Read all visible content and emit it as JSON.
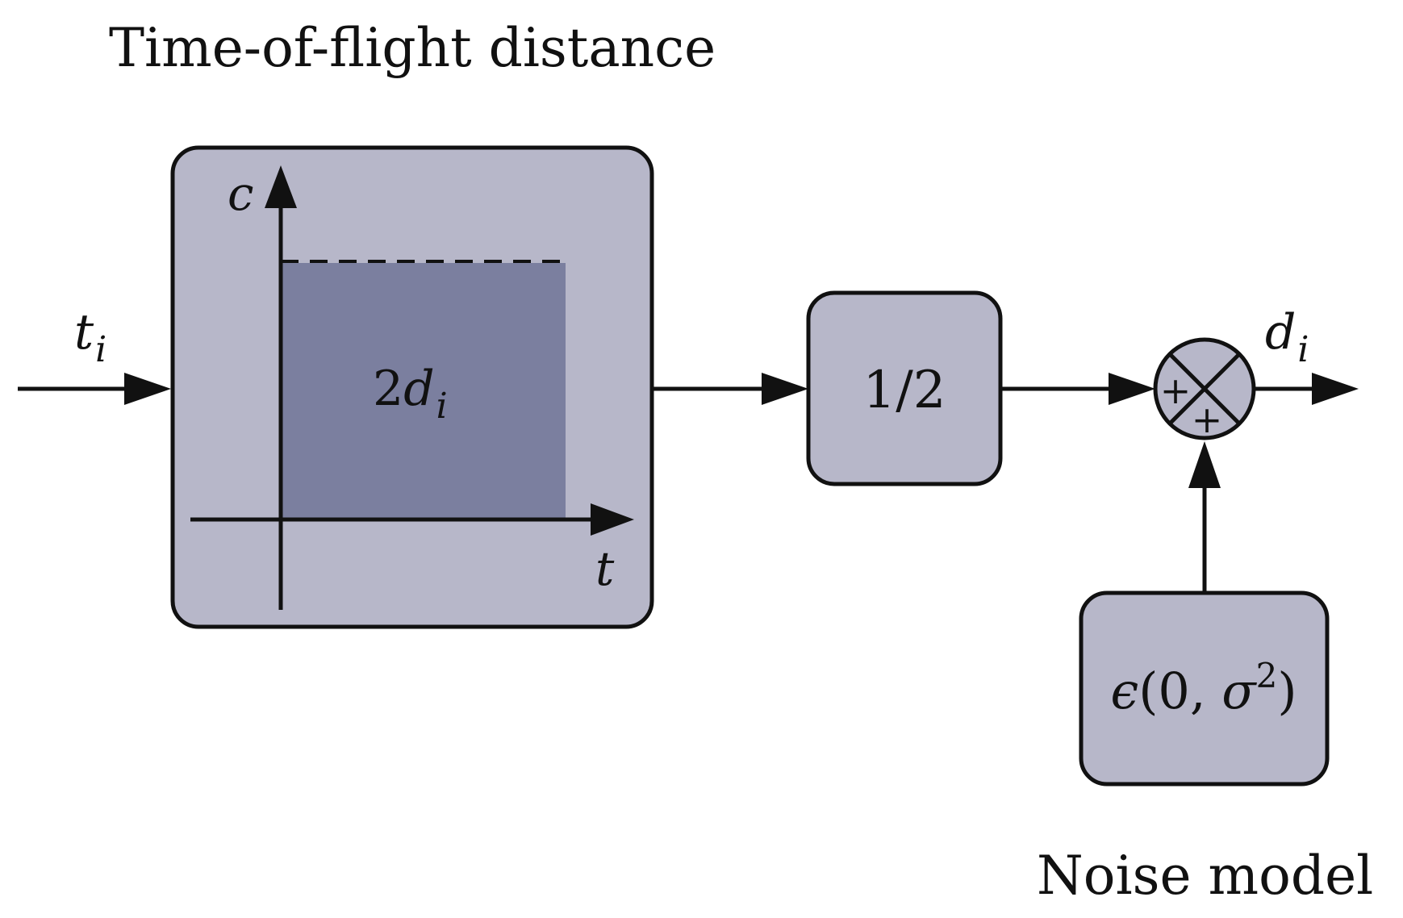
{
  "titles": {
    "top": "Time-of-flight distance",
    "bottom": "Noise model"
  },
  "input": {
    "base": "t",
    "sub": "i"
  },
  "output": {
    "base": "d",
    "sub": "i"
  },
  "tof_block": {
    "y_axis_label": "c",
    "x_axis_label": "t",
    "area_coef": "2",
    "area_base": "d",
    "area_sub": "i"
  },
  "half_block": {
    "label": "1/2"
  },
  "summing_junction": {
    "sign_left": "+",
    "sign_bottom": "+"
  },
  "noise_block": {
    "epsilon": "ϵ",
    "open": "(0, ",
    "sigma": "σ",
    "power": "2",
    "close": ")"
  },
  "colors": {
    "block_fill": "#b7b7c9",
    "area_fill": "#7b7f9f",
    "stroke": "#111111"
  }
}
